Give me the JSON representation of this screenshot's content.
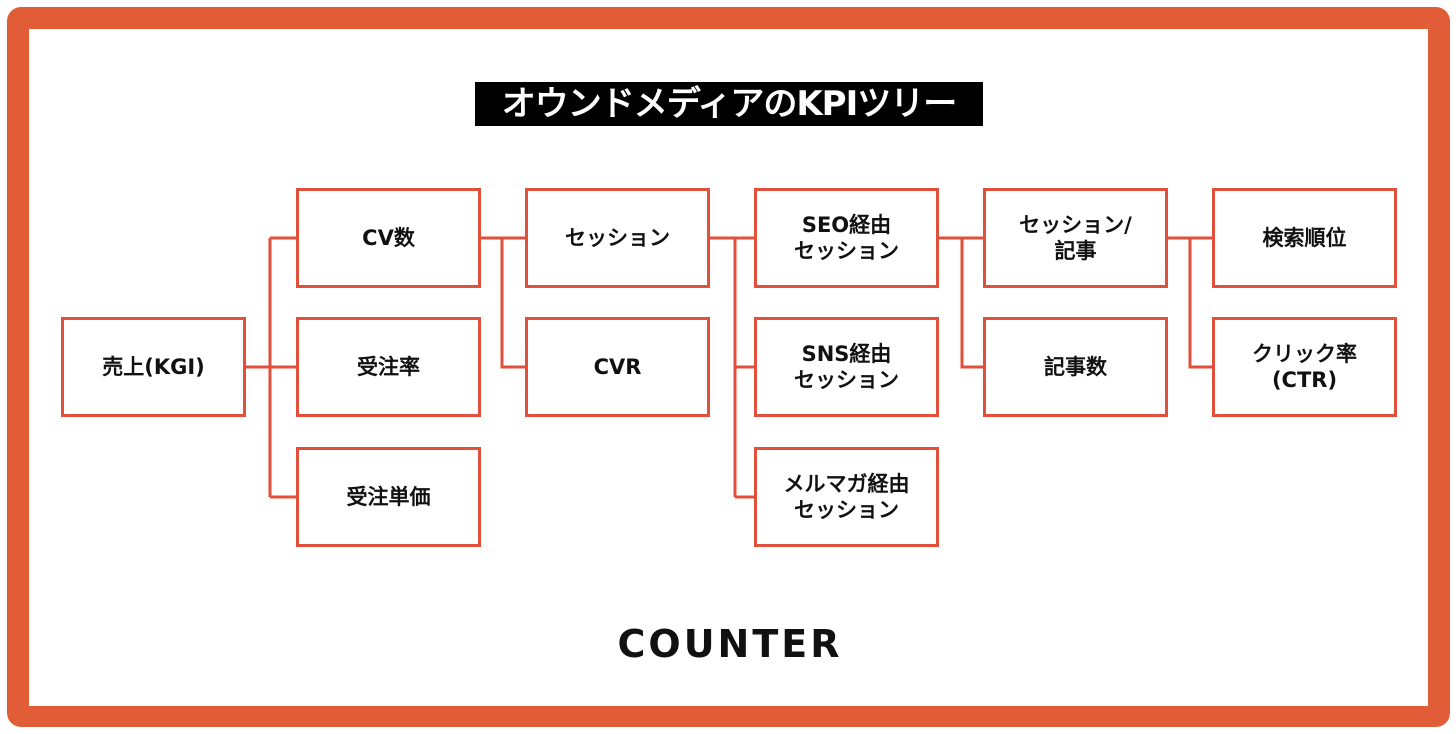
{
  "title": "オウンドメディアのKPIツリー",
  "brand": "COUNTER",
  "colors": {
    "frame": "#e05d38",
    "node_border": "#e0503a",
    "title_bg": "#000000",
    "title_text": "#ffffff"
  },
  "nodes": [
    {
      "id": "sales",
      "label": "売上(KGI)",
      "parent": null
    },
    {
      "id": "cv",
      "label": "CV数",
      "parent": "sales"
    },
    {
      "id": "order-rate",
      "label": "受注率",
      "parent": "sales"
    },
    {
      "id": "unit-price",
      "label": "受注単価",
      "parent": "sales"
    },
    {
      "id": "session",
      "label": "セッション",
      "parent": "cv"
    },
    {
      "id": "cvr",
      "label": "CVR",
      "parent": "cv"
    },
    {
      "id": "seo-session",
      "label": "SEO経由\nセッション",
      "parent": "session"
    },
    {
      "id": "sns-session",
      "label": "SNS経由\nセッション",
      "parent": "session"
    },
    {
      "id": "mail-session",
      "label": "メルマガ経由\nセッション",
      "parent": "session"
    },
    {
      "id": "session-per-article",
      "label": "セッション/\n記事",
      "parent": "seo-session"
    },
    {
      "id": "article-count",
      "label": "記事数",
      "parent": "seo-session"
    },
    {
      "id": "search-rank",
      "label": "検索順位",
      "parent": "session-per-article"
    },
    {
      "id": "ctr",
      "label": "クリック率\n(CTR)",
      "parent": "session-per-article"
    }
  ]
}
